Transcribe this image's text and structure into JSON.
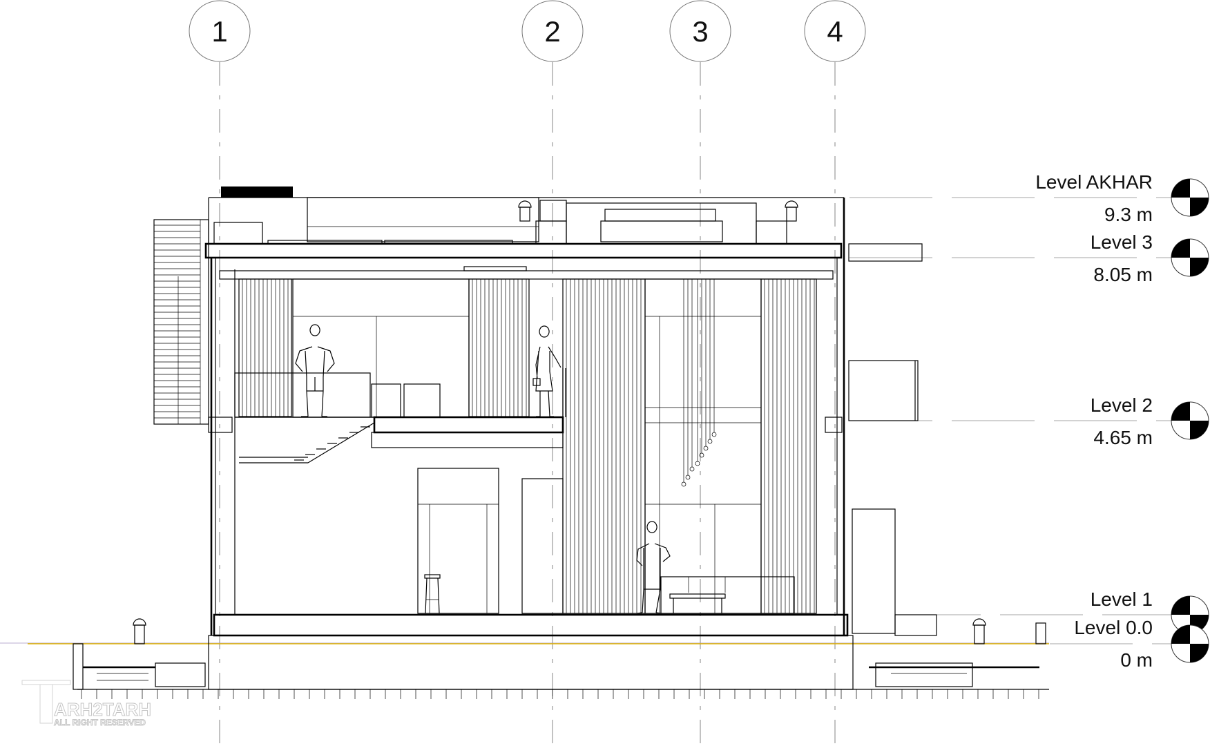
{
  "grid_bubbles": [
    {
      "label": "1"
    },
    {
      "label": "2"
    },
    {
      "label": "3"
    },
    {
      "label": "4"
    }
  ],
  "levels": [
    {
      "name": "Level AKHAR",
      "elevation": "9.3 m"
    },
    {
      "name": "Level 3",
      "elevation": "8.05 m"
    },
    {
      "name": "Level 2",
      "elevation": "4.65 m"
    },
    {
      "name": "Level 1",
      "elevation": ""
    },
    {
      "name": "Level 0.0",
      "elevation": "0 m"
    }
  ],
  "watermark": {
    "brand": "ARH2TARH",
    "tagline": "ALL RIGHT RESERVED"
  },
  "colors": {
    "ground_line": "#e0b400",
    "ink": "#000000"
  }
}
